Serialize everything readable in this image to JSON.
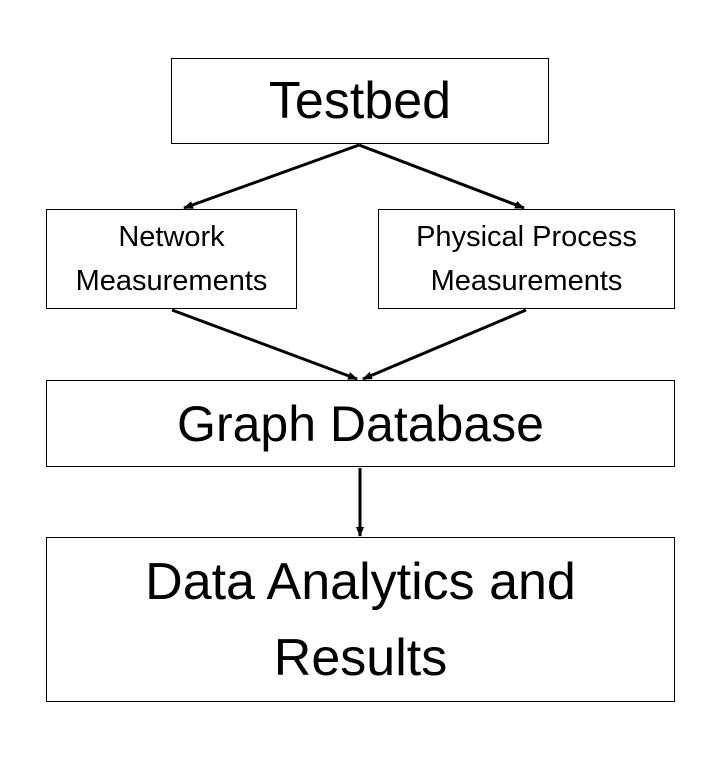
{
  "nodes": {
    "testbed": {
      "lines": [
        "Testbed"
      ]
    },
    "network_measurements": {
      "lines": [
        "Network",
        "Measurements"
      ]
    },
    "physical_process_measurements": {
      "lines": [
        "Physical Process",
        "Measurements"
      ]
    },
    "graph_database": {
      "lines": [
        "Graph Database"
      ]
    },
    "data_analytics": {
      "lines": [
        "Data Analytics and",
        "Results"
      ]
    }
  },
  "edges": [
    {
      "from": "testbed",
      "to": "network_measurements"
    },
    {
      "from": "testbed",
      "to": "physical_process_measurements"
    },
    {
      "from": "network_measurements",
      "to": "graph_database"
    },
    {
      "from": "physical_process_measurements",
      "to": "graph_database"
    },
    {
      "from": "graph_database",
      "to": "data_analytics"
    }
  ],
  "colors": {
    "stroke": "#000000",
    "background": "#ffffff"
  }
}
